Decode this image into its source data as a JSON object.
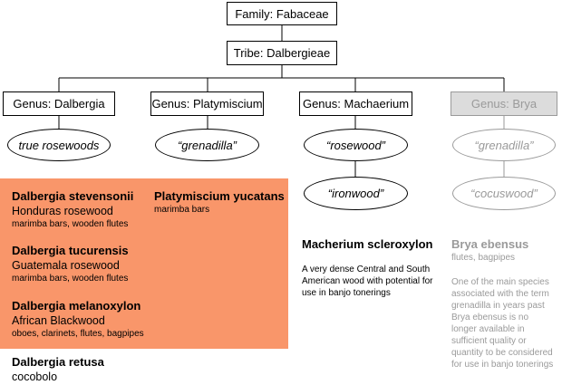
{
  "family": "Family: Fabaceae",
  "tribe": "Tribe: Dalbergieae",
  "genera": [
    {
      "label": "Genus: Dalbergia",
      "common_names": [
        "true rosewoods"
      ],
      "species": [
        {
          "name": "Dalbergia stevensonii",
          "common": "Honduras rosewood",
          "uses": "marimba bars, wooden flutes"
        },
        {
          "name": "Dalbergia tucurensis",
          "common": "Guatemala rosewood",
          "uses": "marimba bars, wooden flutes"
        },
        {
          "name": "Dalbergia melanoxylon",
          "common": "African Blackwood",
          "uses": "oboes, clarinets, flutes, bagpipes"
        },
        {
          "name": "Dalbergia retusa",
          "common": "cocobolo"
        }
      ]
    },
    {
      "label": "Genus: Platymiscium",
      "common_names": [
        "“grenadilla”"
      ],
      "species": [
        {
          "name": "Platymiscium yucatans",
          "uses": "marimba bars"
        }
      ]
    },
    {
      "label": "Genus: Machaerium",
      "common_names": [
        "“rosewood”",
        "“ironwood”"
      ],
      "species": [
        {
          "name": "Macherium scleroxylon",
          "description": "A very dense Central and South American wood with potential for use in banjo tonerings"
        }
      ]
    },
    {
      "label": "Genus: Brya",
      "common_names": [
        "“grenadilla”",
        "“cocuswood”"
      ],
      "species": [
        {
          "name": "Brya ebensus",
          "uses": "flutes, bagpipes",
          "description": "One of the main species associated with the term grenadilla in years past Brya ebensus is no longer available in sufficient quality or quantity to be considered for use in banjo tonerings"
        }
      ]
    }
  ],
  "colors": {
    "highlight": "#f9966a",
    "inactive": "#9a9a9a",
    "inactive_fill": "#dcdcdc"
  }
}
